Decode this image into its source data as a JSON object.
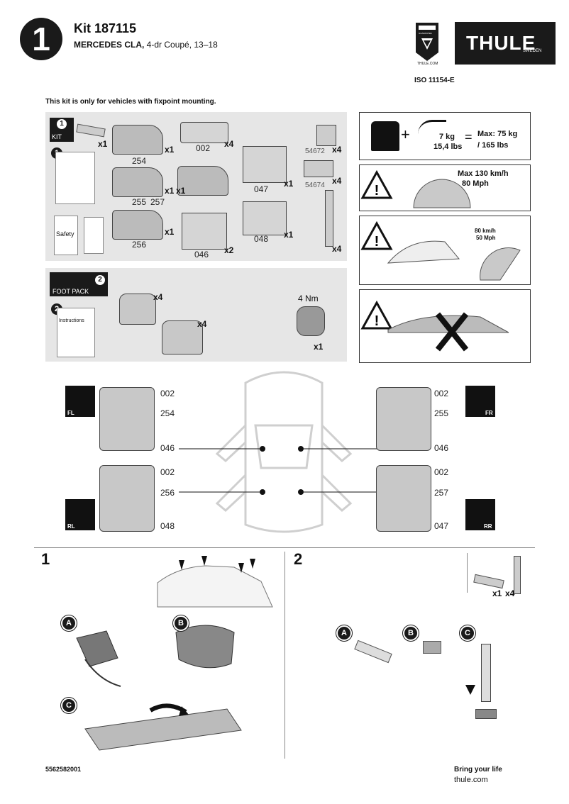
{
  "header": {
    "step_number": "1",
    "kit_title": "Kit 187115",
    "vehicle_make": "MERCEDES CLA,",
    "vehicle_model": " 4-dr Coupé, 13–18",
    "brand": "THULE",
    "brand_sub": "SWEDEN",
    "iso": "ISO 11154-E",
    "guarantee_label": "GUARANTEE",
    "guarantee_url": "THULE.COM"
  },
  "notice": "This kit is only for vehicles with fixpoint mounting.",
  "kit_panel": {
    "kit_badge": "1",
    "kit_label": "KIT",
    "manual_badge": "1",
    "safety_label": "Safety",
    "pad_qty": "x1",
    "parts": [
      {
        "code": "254",
        "qty": "x1"
      },
      {
        "code": "002",
        "qty": "x4"
      },
      {
        "code": "54672",
        "qty": "x4"
      },
      {
        "code": "255",
        "qty": "x1"
      },
      {
        "code": "257",
        "qty": "x1"
      },
      {
        "code": "047",
        "qty": "x1"
      },
      {
        "code": "54674",
        "qty": "x4"
      },
      {
        "code": "256",
        "qty": "x1"
      },
      {
        "code": "046",
        "qty": "x2"
      },
      {
        "code": "048",
        "qty": "x1"
      }
    ],
    "bolt_qty": "x4"
  },
  "foot_pack": {
    "badge": "2",
    "label": "FOOT PACK",
    "manual_badge": "2",
    "instructions_label": "Instructions",
    "foot1_qty": "x4",
    "foot2_qty": "x4",
    "torque": "4 Nm",
    "key_qty": "x1"
  },
  "load": {
    "weight": "7 kg",
    "weight_lbs": "15,4 lbs",
    "max_label": "Max: 75 kg",
    "max_lbs": "/ 165 lbs",
    "speed_max": "Max  130 km/h",
    "speed_mph": "80 Mph",
    "speed2_kmh": "80 km/h",
    "speed2_mph": "50 Mph"
  },
  "positions": {
    "fl": {
      "label": "FL",
      "codes": [
        "002",
        "254",
        "046"
      ]
    },
    "fr": {
      "label": "FR",
      "codes": [
        "002",
        "255",
        "046"
      ]
    },
    "rl": {
      "label": "RL",
      "codes": [
        "002",
        "256",
        "048"
      ]
    },
    "rr": {
      "label": "RR",
      "codes": [
        "002",
        "257",
        "047"
      ]
    }
  },
  "steps": {
    "s1": "1",
    "s2": "2",
    "s1_letters": [
      "A",
      "B",
      "C"
    ],
    "s2_letters": [
      "A",
      "B",
      "C"
    ],
    "s2_pad_qty": "x1",
    "s2_bolt_qty": "x4"
  },
  "footer": {
    "doc_number": "5562582001",
    "tagline": "Bring your life",
    "url": "thule.com"
  }
}
